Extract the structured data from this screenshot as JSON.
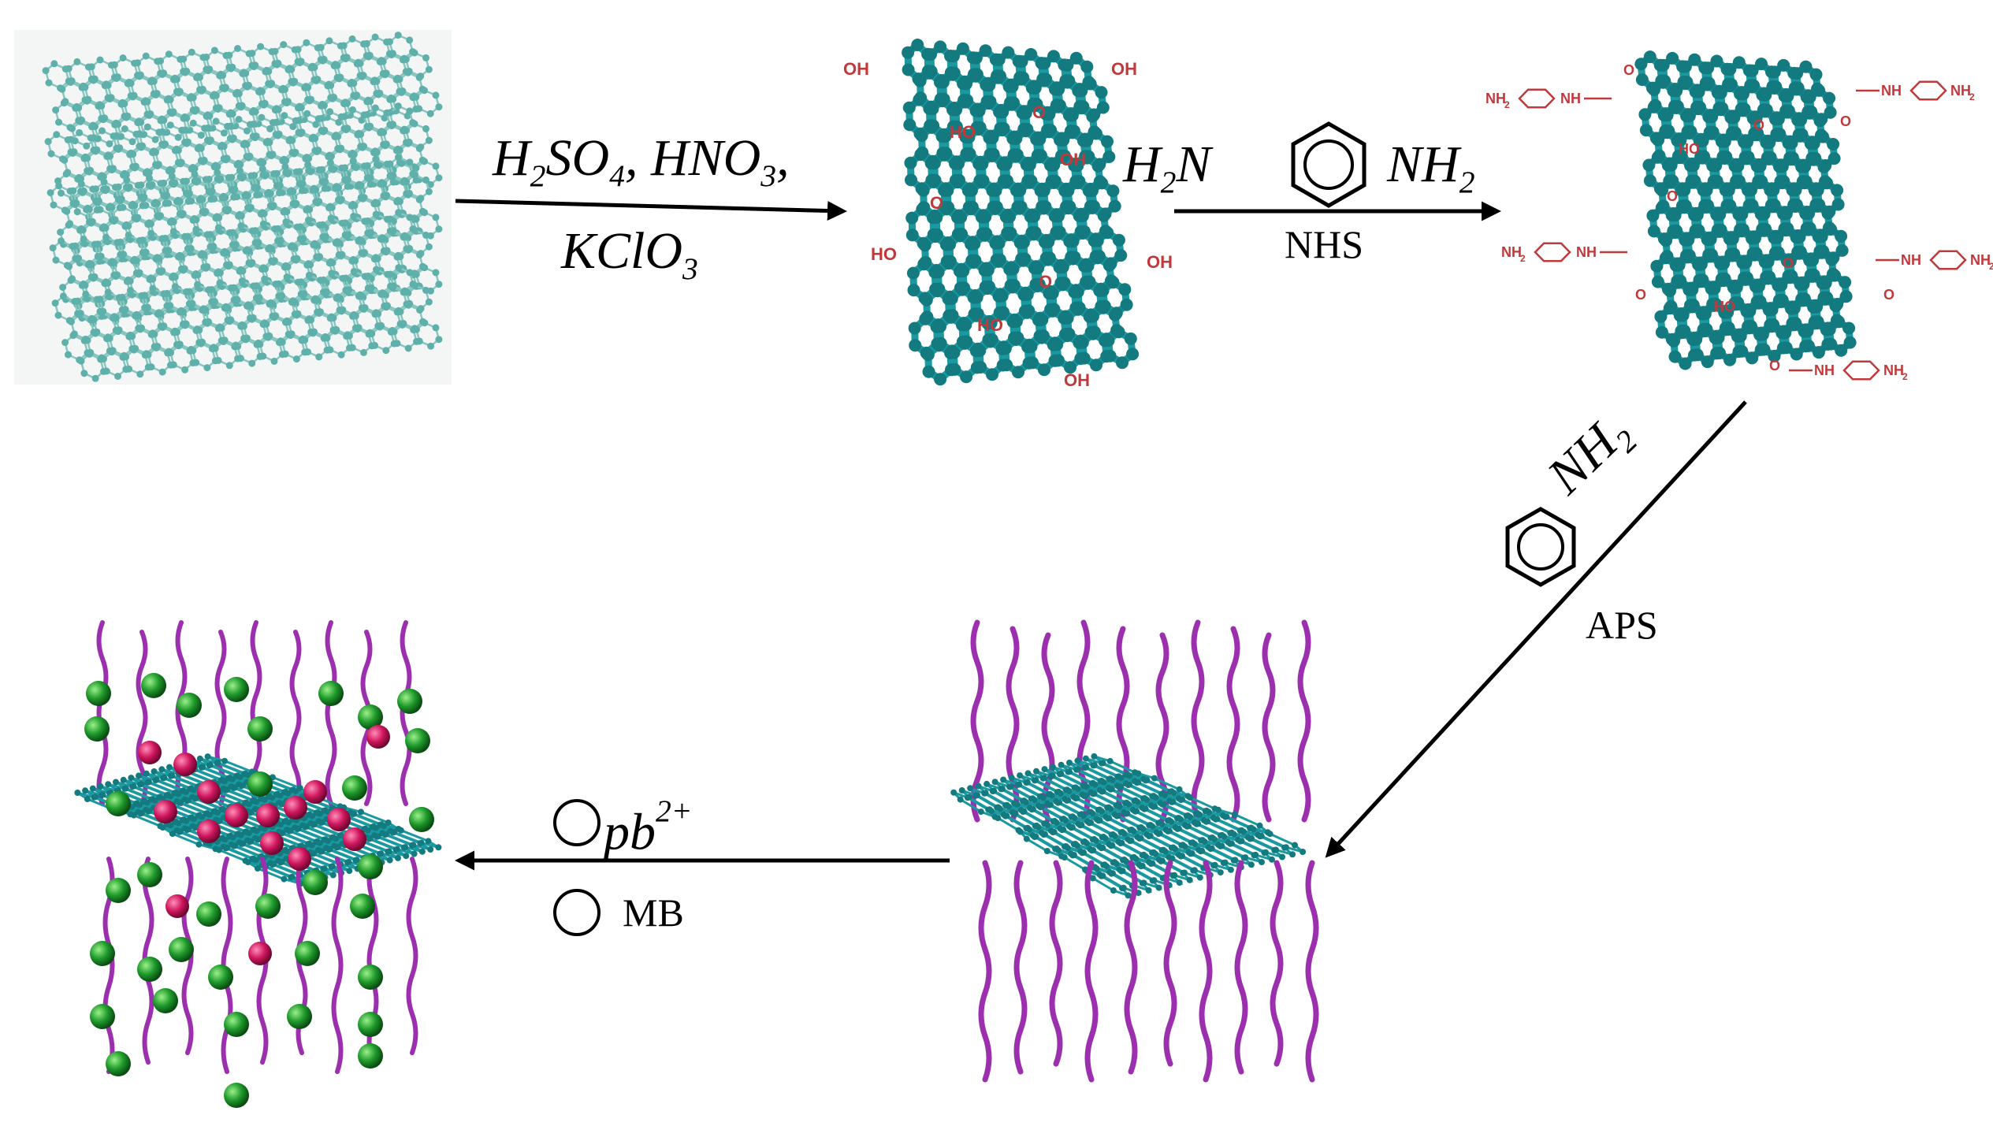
{
  "step1": {
    "reagents_line1_parts": [
      "H",
      "2",
      "SO",
      "4",
      ", HNO",
      "3",
      ","
    ],
    "reagents_line2_parts": [
      "KClO",
      "3"
    ]
  },
  "step2": {
    "amine_left_parts": [
      "H",
      "2",
      "N"
    ],
    "amine_right_parts": [
      "NH",
      "2"
    ],
    "catalyst": "NHS"
  },
  "step3": {
    "monomer_parts": [
      "NH",
      "2"
    ],
    "oxidant": "APS"
  },
  "step4": {
    "pb_parts": [
      "pb",
      "2+"
    ],
    "dye": "MB"
  },
  "go_labels": {
    "hydroxyl": "OH",
    "hydroxyl_rev": "HO",
    "epoxy": "O",
    "acid": "OH"
  },
  "amide_labels": {
    "amine": "NH",
    "terminal": "NH",
    "terminal_sub": "2",
    "carbonyl_o": "O"
  },
  "colors": {
    "graphene_node": "#1a9aa0",
    "graphene_layer": "#88c6c0",
    "functional_group": "#c0393b",
    "pani_chain": "#9b2fae",
    "pb_ion": "#d0175e",
    "mb_dye": "#1f9a2c",
    "arrow": "#000000"
  }
}
